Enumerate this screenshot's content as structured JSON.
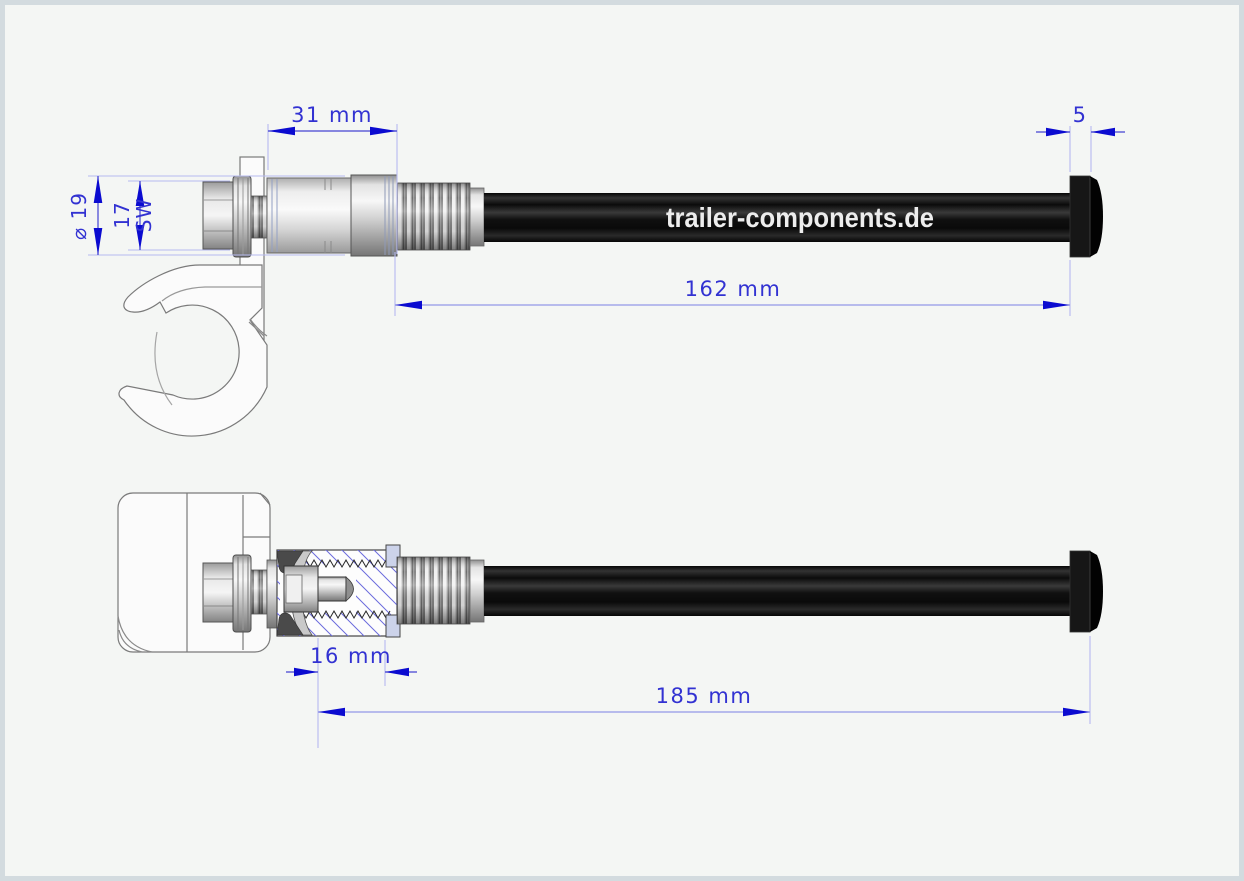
{
  "drawing": {
    "brand": {
      "label": "trailer-components.de"
    },
    "dimensions": {
      "adapter_width": {
        "label": "31 mm"
      },
      "washer_diameter": {
        "label": "⌀ 19"
      },
      "nut_size": {
        "value": "17",
        "suffix": "SW"
      },
      "shaft_length": {
        "label": "162 mm"
      },
      "head_step": {
        "label": "5"
      },
      "insert_length": {
        "label": "16 mm"
      },
      "total_length": {
        "label": "185 mm"
      }
    },
    "colors": {
      "dimension_text": "#3232d2",
      "dimension_line": "#4343d2",
      "dimension_line_light": "#9298e8",
      "extension_line": "#b6baef",
      "arrow": "#0b0bd0",
      "hatch": "#6b6bdd",
      "outline": "#6f6f6f",
      "shaft_black": "#111111",
      "background": "#f4f6f4",
      "frame": "#d3dbdf"
    }
  }
}
